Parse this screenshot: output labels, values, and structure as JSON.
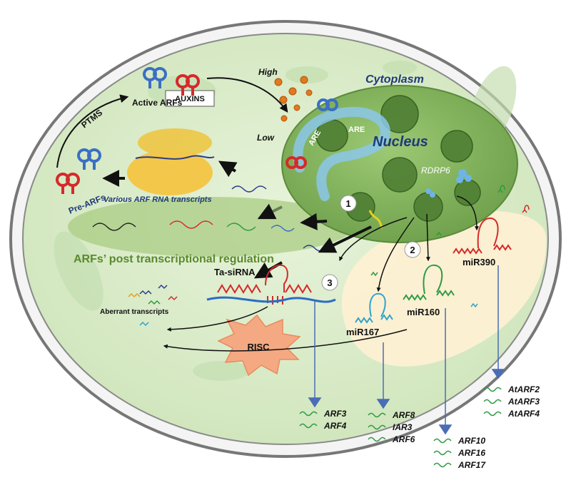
{
  "labels": {
    "cytoplasm": "Cytoplasm",
    "nucleus": "Nucleus",
    "high": "High",
    "low": "Low",
    "auxins": "AUXINS",
    "active_arfs": "Active ARFs",
    "ptms": "PTMS",
    "pre_arfs": "Pre-ARFs",
    "various_transcripts": "Various ARF RNA transcripts",
    "post_transcriptional": "ARFs’ post transcriptional regulation",
    "are_1": "ARE",
    "are_2": "ARE",
    "rdrp6": "RDRP6",
    "ta_sirna": "Ta-siRNA",
    "aberrant": "Aberrant transcripts",
    "risc": "RISC",
    "mir390": "miR390",
    "mir160": "miR160",
    "mir167": "miR167"
  },
  "steps": [
    "1",
    "2",
    "3"
  ],
  "targets": {
    "ta_sirna": [
      "ARF3",
      "ARF4"
    ],
    "mir167": [
      "ARF8",
      "IAR3",
      "ARF6"
    ],
    "mir160": [
      "ARF10",
      "ARF16",
      "ARF17"
    ],
    "mir390": [
      "AtARF2",
      "AtARF3",
      "AtARF4"
    ]
  },
  "colors": {
    "cell_fill": "#dbeccb",
    "nucleus_fill": "#86b85e",
    "region_fill": "#fdf0d3",
    "risc_fill": "#f4a983",
    "arf_blue": "#3b6fc4",
    "arf_red": "#d42a2a",
    "mirna_red": "#d42a2a",
    "mirna_green": "#2e9a44",
    "mirna_blue": "#2fa2c9",
    "target_arrow": "#4a6db5",
    "band_green": "#a9cc83"
  }
}
